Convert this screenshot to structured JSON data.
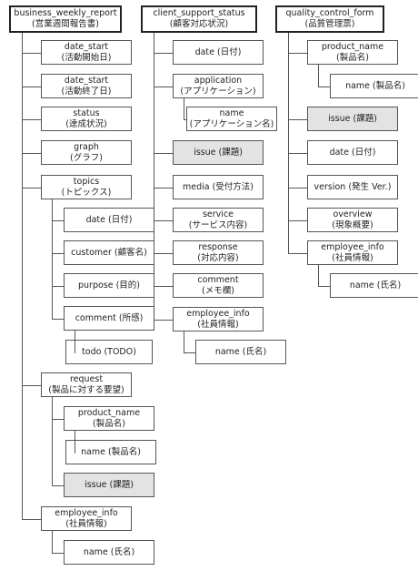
{
  "trees": [
    {
      "root": {
        "line1": "business_weekly_report",
        "line2": "(営業週間報告書)"
      },
      "children": [
        {
          "key": "date_start_1",
          "line1": "date_start",
          "line2": "(活動開始日)"
        },
        {
          "key": "date_start_2",
          "line1": "date_start",
          "line2": "(活動終了日)"
        },
        {
          "key": "status",
          "line1": "status",
          "line2": "(達成状況)"
        },
        {
          "key": "graph",
          "line1": "graph",
          "line2": "(グラフ)"
        },
        {
          "key": "topics",
          "line1": "topics",
          "line2": "(トピックス)",
          "children": [
            {
              "key": "date",
              "line1": "date (日付)"
            },
            {
              "key": "customer",
              "line1": "customer (顧客名)"
            },
            {
              "key": "purpose",
              "line1": "purpose (目的)"
            },
            {
              "key": "comment",
              "line1": "comment (所感)",
              "children": [
                {
                  "key": "todo",
                  "line1": "todo (TODO)"
                }
              ]
            }
          ]
        },
        {
          "key": "request",
          "line1": "request",
          "line2": "(製品に対する要望)",
          "children": [
            {
              "key": "product_name",
              "line1": "product_name",
              "line2": "(製品名)",
              "children": [
                {
                  "key": "name",
                  "line1": "name (製品名)"
                }
              ]
            },
            {
              "key": "issue",
              "line1": "issue (課題)",
              "shaded": true
            }
          ]
        },
        {
          "key": "employee_info",
          "line1": "employee_info",
          "line2": "(社員情報)",
          "children": [
            {
              "key": "name",
              "line1": "name (氏名)"
            }
          ]
        }
      ]
    },
    {
      "root": {
        "line1": "client_support_status",
        "line2": "(顧客対応状況)"
      },
      "children": [
        {
          "key": "date",
          "line1": "date (日付)"
        },
        {
          "key": "application",
          "line1": "application",
          "line2": "(アプリケーション)",
          "children": [
            {
              "key": "name",
              "line1": "name",
              "line2": "(アプリケーション名)"
            }
          ]
        },
        {
          "key": "issue",
          "line1": "issue (課題)",
          "shaded": true
        },
        {
          "key": "media",
          "line1": "media (受付方法)"
        },
        {
          "key": "service",
          "line1": "service",
          "line2": "(サービス内容)"
        },
        {
          "key": "response",
          "line1": "response",
          "line2": "(対応内容)"
        },
        {
          "key": "comment",
          "line1": "comment",
          "line2": "(メモ欄)"
        },
        {
          "key": "employee_info",
          "line1": "employee_info",
          "line2": "(社員情報)",
          "children": [
            {
              "key": "name",
              "line1": "name (氏名)"
            }
          ]
        }
      ]
    },
    {
      "root": {
        "line1": "quality_control_form",
        "line2": "(品質管理票)"
      },
      "children": [
        {
          "key": "product_name",
          "line1": "product_name",
          "line2": "(製品名)",
          "children": [
            {
              "key": "name",
              "line1": "name (製品名)"
            }
          ]
        },
        {
          "key": "issue",
          "line1": "issue (課題)",
          "shaded": true
        },
        {
          "key": "date",
          "line1": "date (日付)"
        },
        {
          "key": "version",
          "line1": "version (発生 Ver.)"
        },
        {
          "key": "overview",
          "line1": "overview",
          "line2": "(現象概要)"
        },
        {
          "key": "employee_info",
          "line1": "employee_info",
          "line2": "(社員情報)",
          "children": [
            {
              "key": "name",
              "line1": "name (氏名)"
            }
          ]
        }
      ]
    }
  ]
}
